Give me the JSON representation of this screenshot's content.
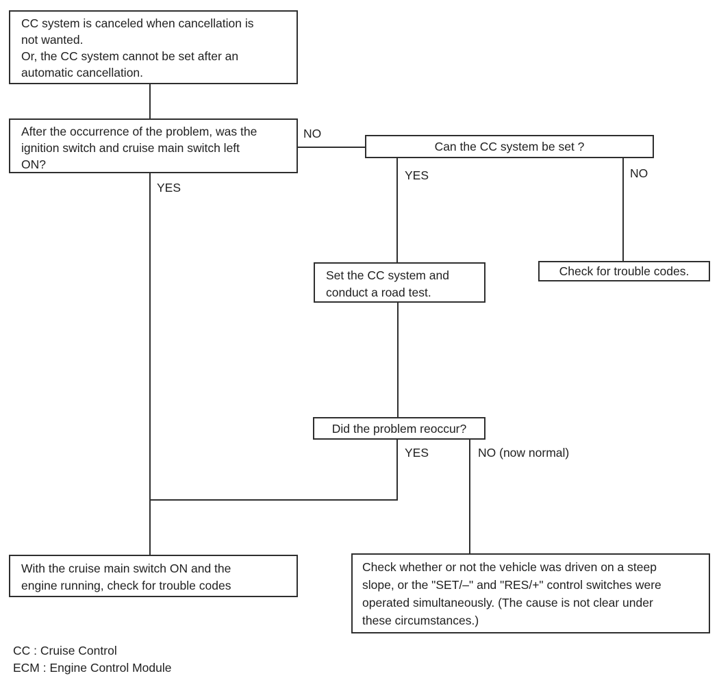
{
  "diagram": {
    "title_implicit": "Cruise control troubleshooting flowchart",
    "colors": {
      "background": "#ffffff",
      "line": "#2e2e2e",
      "text": "#1f1f1f"
    },
    "nodes": {
      "symptom": {
        "text": "CC system is canceled when cancellation is\nnot wanted.\nOr, the CC system cannot be set after an\nautomatic cancellation."
      },
      "q_switch_left_on": {
        "text": "After the occurrence of the problem, was the\nignition switch and cruise main switch left\nON?"
      },
      "q_can_set": {
        "text": "Can the CC system be set ?"
      },
      "set_road_test": {
        "text": "Set the CC system and\nconduct a road test."
      },
      "check_trouble_codes": {
        "text": "Check for trouble codes."
      },
      "q_reoccur": {
        "text": "Did the problem reoccur?"
      },
      "check_codes_engine": {
        "text": "With the cruise main switch ON and the\nengine running, check for trouble codes"
      },
      "check_slope": {
        "text": "Check whether or not the vehicle was driven on a steep\nslope, or the \"SET/–\" and \"RES/+\" control switches were\noperated simultaneously. (The cause is not clear under\nthese circumstances.)"
      }
    },
    "labels": {
      "no_switch": "NO",
      "yes_switch": "YES",
      "yes_can_set": "YES",
      "no_can_set": "NO",
      "yes_reoccur": "YES",
      "no_reoccur": "NO (now normal)"
    },
    "legend": {
      "cc": "CC : Cruise Control",
      "ecm": "ECM : Engine Control Module"
    }
  }
}
